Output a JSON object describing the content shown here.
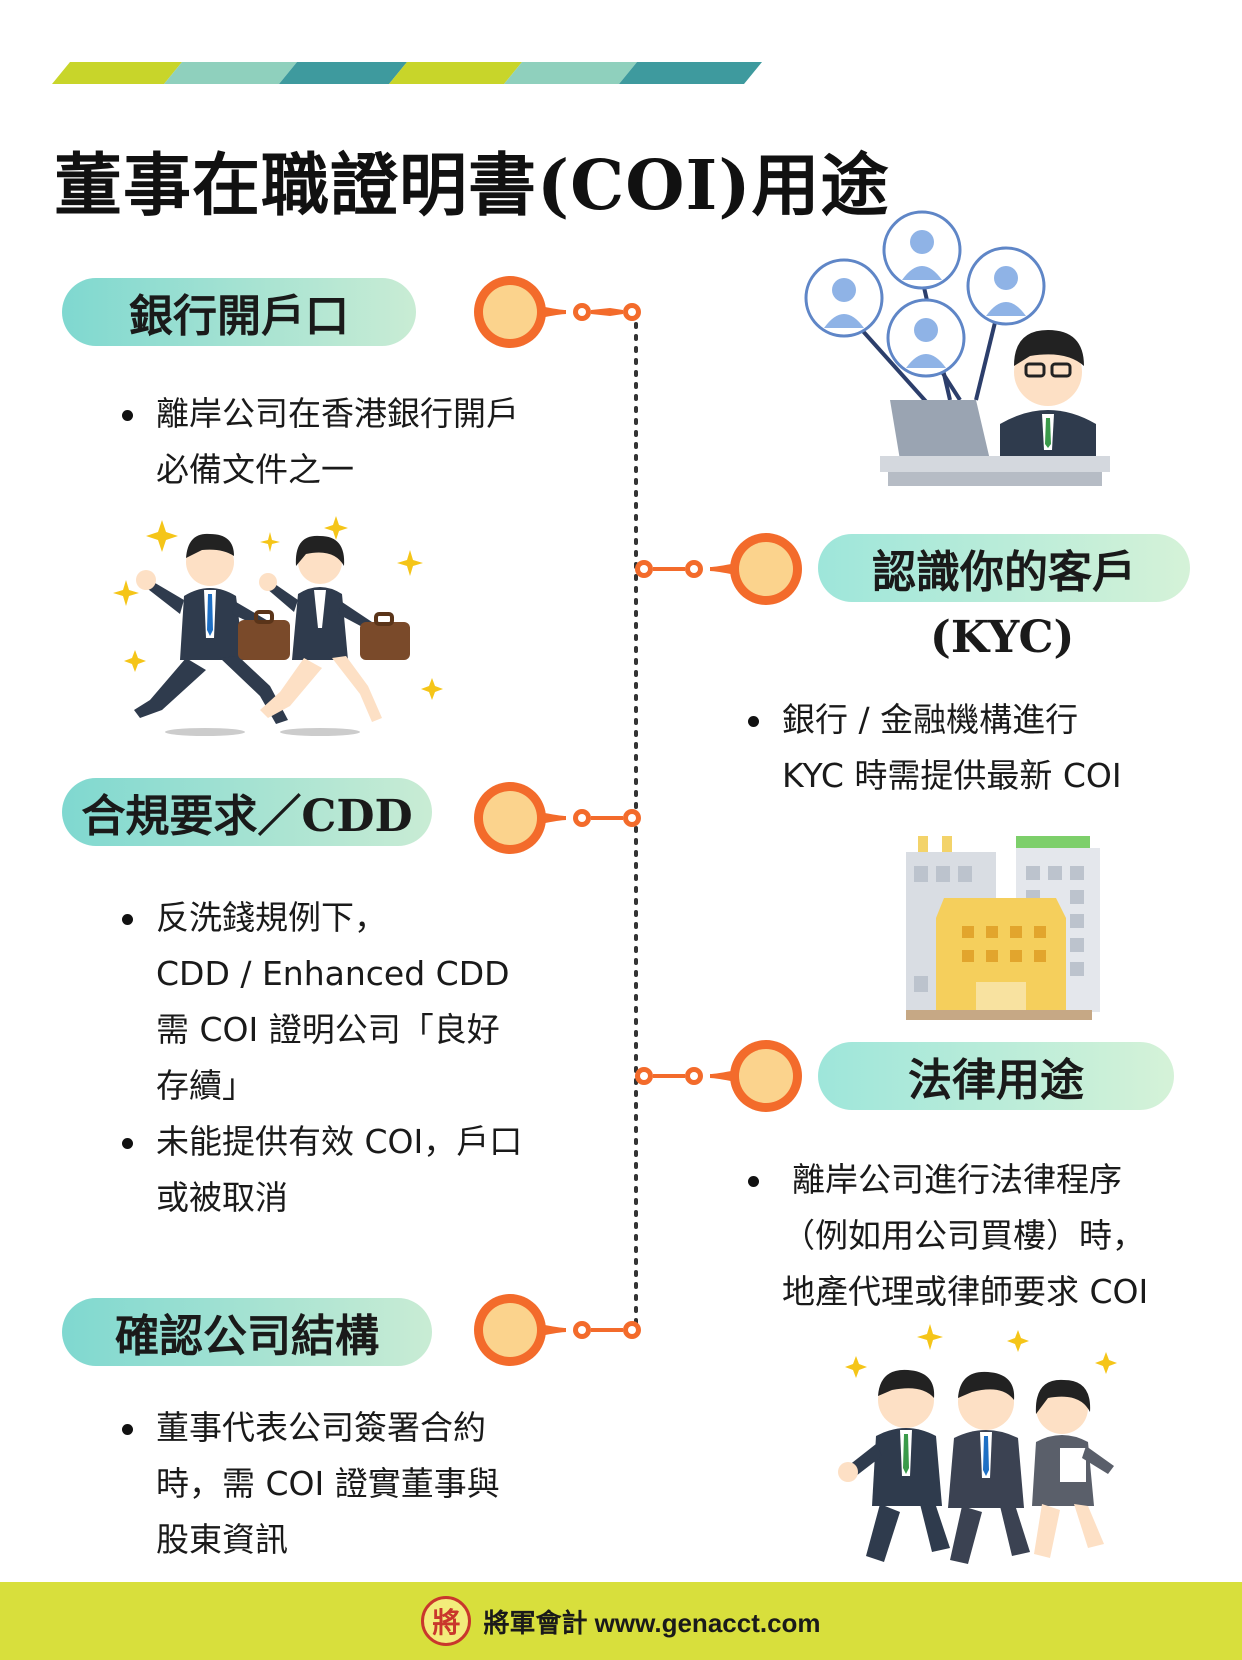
{
  "title": "董事在職證明書(COI)用途",
  "sections": {
    "bank": {
      "heading": "銀行開戶口",
      "bullets": [
        [
          "離岸公司在香港銀行開戶",
          "必備文件之一"
        ]
      ]
    },
    "kyc": {
      "heading": "認識你的客戶",
      "subheading": "(KYC)",
      "bullets": [
        [
          "銀行 / 金融機構進行",
          "KYC 時需提供最新 COI"
        ]
      ]
    },
    "compliance": {
      "heading": "合規要求／CDD",
      "bullets": [
        [
          "反洗錢規例下，",
          "CDD / Enhanced CDD",
          "需 COI 證明公司「良好",
          "存續」"
        ],
        [
          "未能提供有效 COI，戶口",
          "或被取消"
        ]
      ]
    },
    "legal": {
      "heading": "法律用途",
      "bullets": [
        [
          "離岸公司進行法律程序",
          "（例如用公司買樓）時，",
          "地產代理或律師要求 COI"
        ]
      ]
    },
    "structure": {
      "heading": "確認公司結構",
      "bullets": [
        [
          "董事代表公司簽署合約",
          "時，需 COI 證實董事與",
          "股東資訊"
        ]
      ]
    }
  },
  "footer": {
    "logo_char": "將",
    "text": "將軍會計 www.genacct.com"
  },
  "colors": {
    "stripe": [
      "#c8d52a",
      "#8fd0bd",
      "#3e9a9e"
    ],
    "pill_start": "#7fd8d0",
    "pill_end": "#c9ecd4",
    "pin_orange": "#f36b2b",
    "pin_fill": "#fbd38d",
    "footer_bg": "#d8df3c",
    "logo_red": "#c9372c"
  },
  "icons": [
    "network-users-icon",
    "running-business-people-icon",
    "office-buildings-icon",
    "celebrating-team-icon",
    "map-pin-icon"
  ]
}
